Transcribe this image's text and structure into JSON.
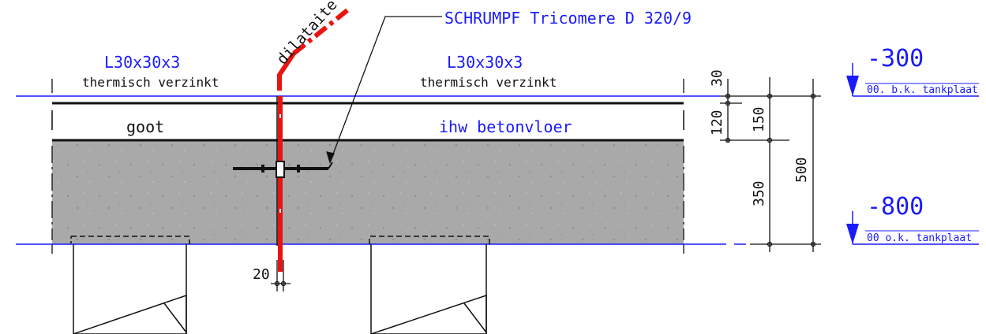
{
  "labels": {
    "product": "SCHRUMPF Tricomere D 320/9",
    "joint": "dilataite",
    "profile_left": "L30x30x3",
    "finish_left": "thermisch verzinkt",
    "profile_right": "L30x30x3",
    "finish_right": "thermisch verzinkt",
    "gutter": "goot",
    "floor": "ihw betonvloer"
  },
  "levels": {
    "top_value": "-300",
    "top_label": "00. b.k. tankplaat",
    "bottom_value": "-800",
    "bottom_label": "00 o.k. tankplaat"
  },
  "dimensions": {
    "d30": "30",
    "d120": "120",
    "d150": "150",
    "d350": "350",
    "d500": "500",
    "d20": "20"
  },
  "colors": {
    "level_line": "#1a1aff",
    "joint": "#e8140f",
    "concrete": "#aaaaaa",
    "linework": "#111111"
  }
}
